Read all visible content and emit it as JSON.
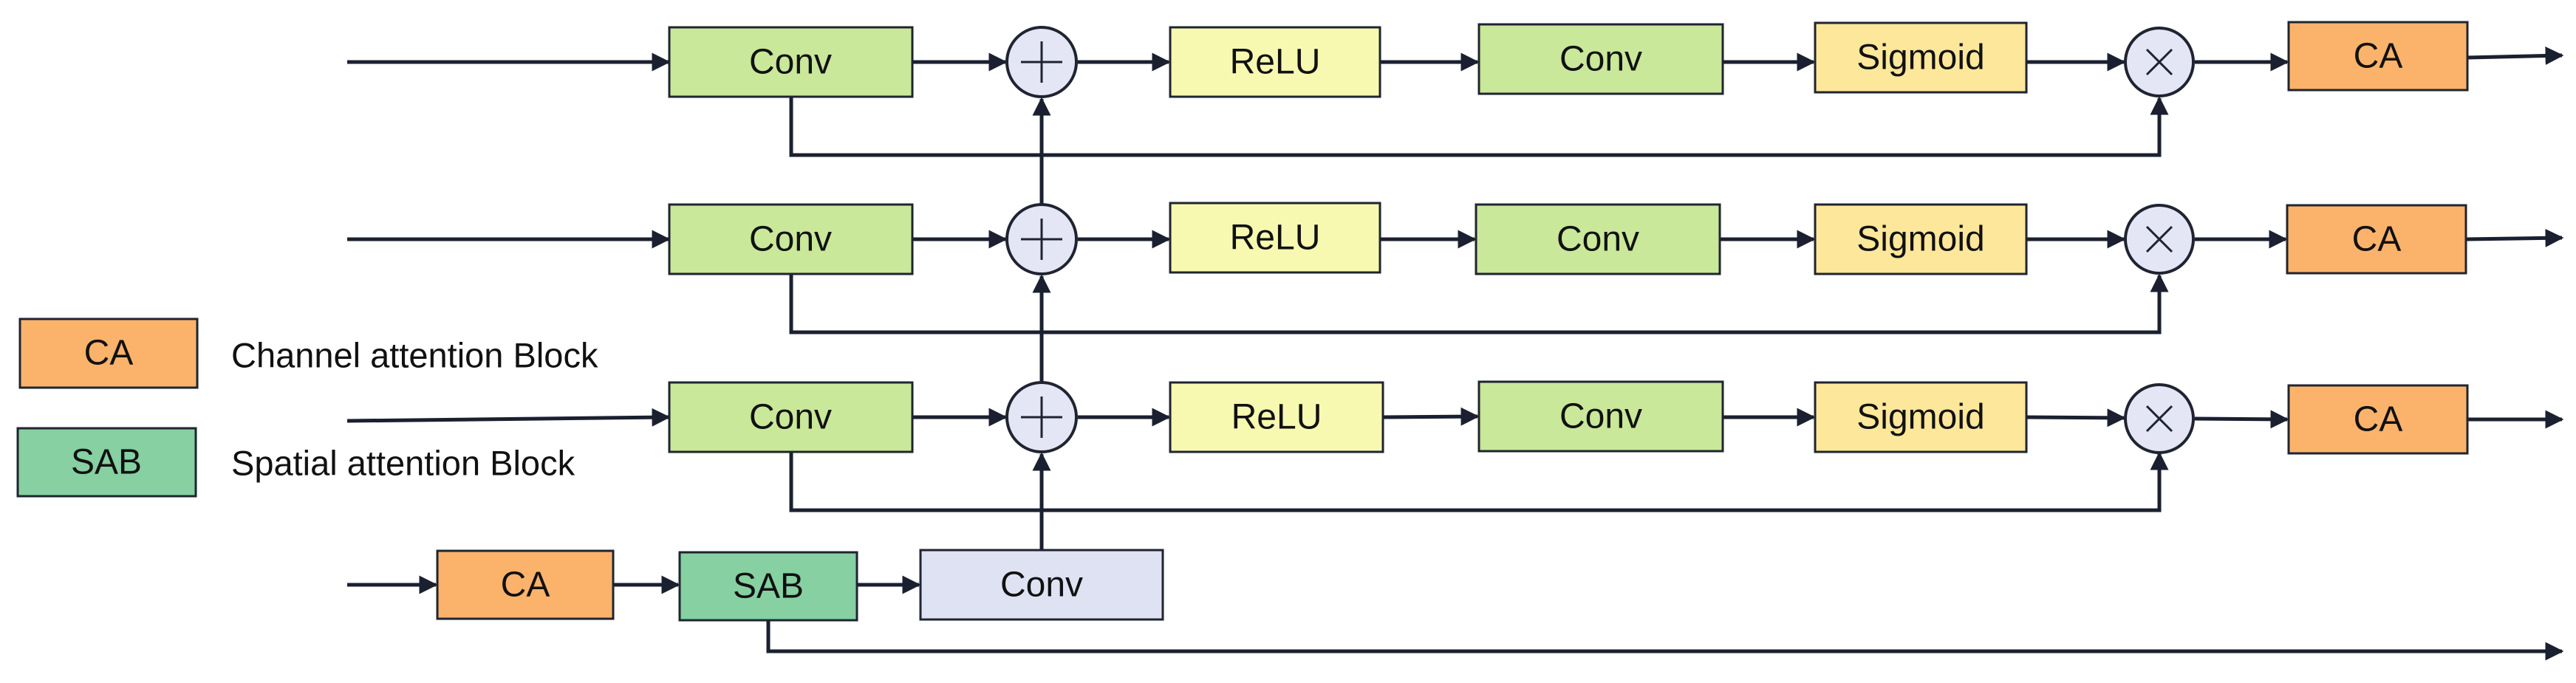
{
  "colors": {
    "conv": "#c9e89a",
    "relu": "#f7f9b0",
    "sigmoid": "#fde79a",
    "ca": "#fbb36b",
    "sab": "#86d0a2",
    "conv_bottom": "#dfe2f2"
  },
  "labels": {
    "conv": "Conv",
    "relu": "ReLU",
    "sigmoid": "Sigmoid",
    "ca": "CA",
    "sab": "SAB"
  },
  "operators": {
    "add": "plus-icon",
    "multiply": "times-icon"
  },
  "legend": [
    {
      "label": "CA",
      "text": "Channel attention Block",
      "color_key": "ca"
    },
    {
      "label": "SAB",
      "text": "Spatial attention Block",
      "color_key": "sab"
    }
  ]
}
